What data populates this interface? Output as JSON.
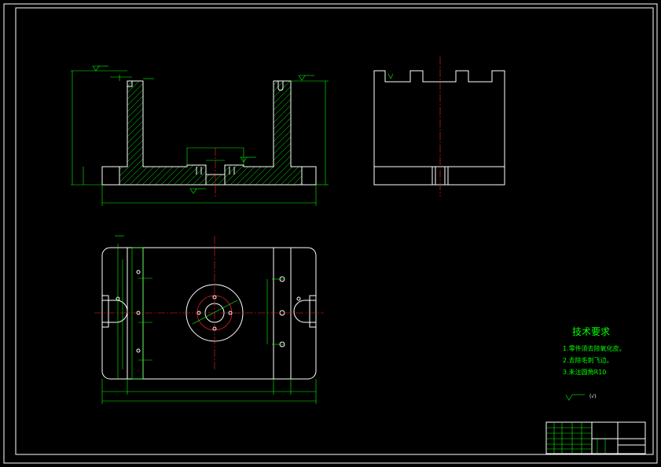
{
  "colors": {
    "background": "#000000",
    "outline": "#ffffff",
    "dimension": "#00ff00",
    "centerline": "#ff2020"
  },
  "tech_requirements": {
    "title": "技术要求",
    "items": [
      "1.零件须去除氧化皮。",
      "2.去除毛刺飞边。",
      "3.未注圆角R10"
    ]
  },
  "roughness_note": "(√)"
}
